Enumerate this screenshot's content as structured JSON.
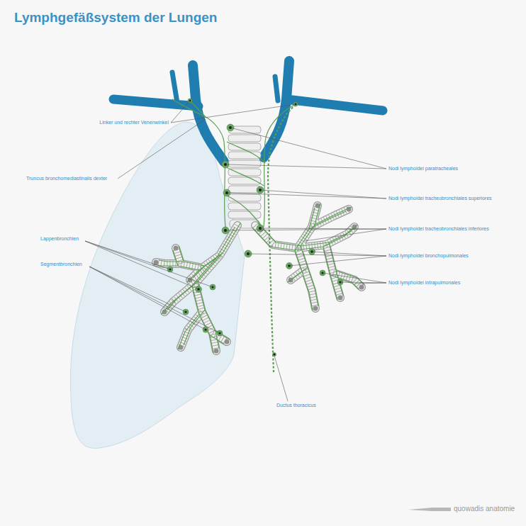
{
  "diagram": {
    "title": "Lymphgefäßsystem der Lungen",
    "labels": [
      "Linker und rechter Venenwinkel",
      "Truncus bronchomediastinalis dexter",
      "Lappenbronchien",
      "Segmentbronchien",
      "Nodi lymphoidei paratracheales",
      "Nodi lymphoidei tracheobronchiales superiores",
      "Nodi lymphoidei tracheobronchiales inferiores",
      "Nodi lymphoidei bronchopulmonales",
      "Nodi lymphoidei intrapulmonales",
      "Ductus thoracicus",
      "quowadis anatomie"
    ]
  }
}
